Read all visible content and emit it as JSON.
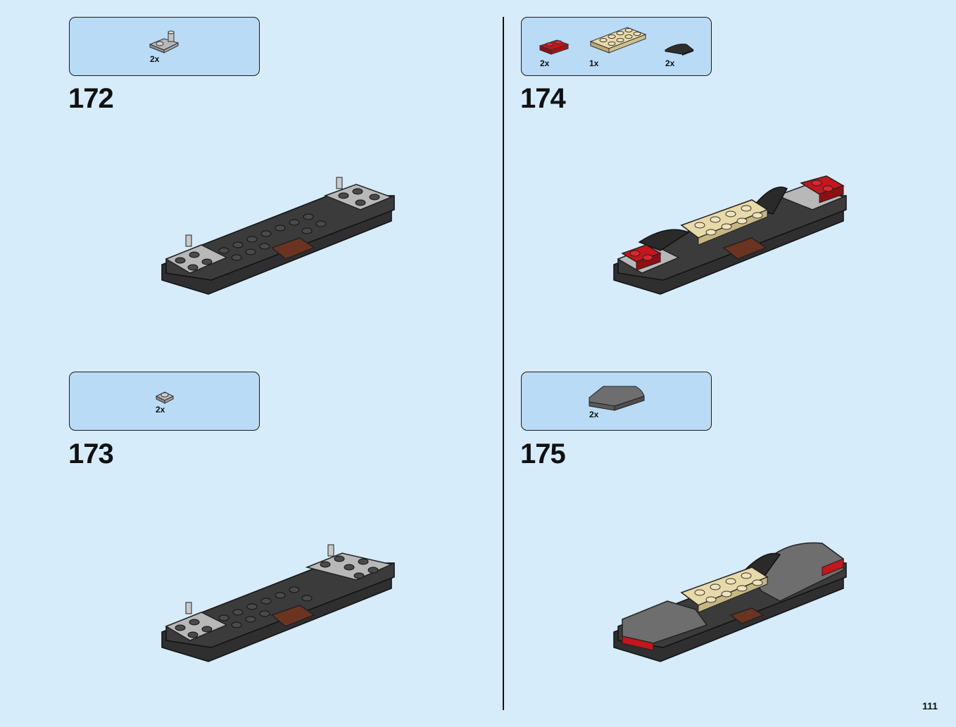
{
  "page_number": "111",
  "steps": [
    {
      "number": "172",
      "parts": [
        {
          "qty": "2x",
          "part": "light gray plate with clip"
        }
      ]
    },
    {
      "number": "173",
      "parts": [
        {
          "qty": "2x",
          "part": "light gray 1x1 round plate"
        }
      ]
    },
    {
      "number": "174",
      "parts": [
        {
          "qty": "2x",
          "part": "red 1x2 plate"
        },
        {
          "qty": "1x",
          "part": "tan 2x4 plate"
        },
        {
          "qty": "2x",
          "part": "black curved slope"
        }
      ]
    },
    {
      "number": "175",
      "parts": [
        {
          "qty": "2x",
          "part": "dark gray curved slope"
        }
      ]
    }
  ],
  "colors": {
    "background": "#d6ecfb",
    "callout": "#b9dbf6",
    "black_brick": "#3a3a3a",
    "light_gray": "#b8b8b8",
    "dark_gray": "#6e6e6e",
    "red": "#c4161c",
    "tan": "#e8d9a8",
    "brown": "#6b3420"
  }
}
